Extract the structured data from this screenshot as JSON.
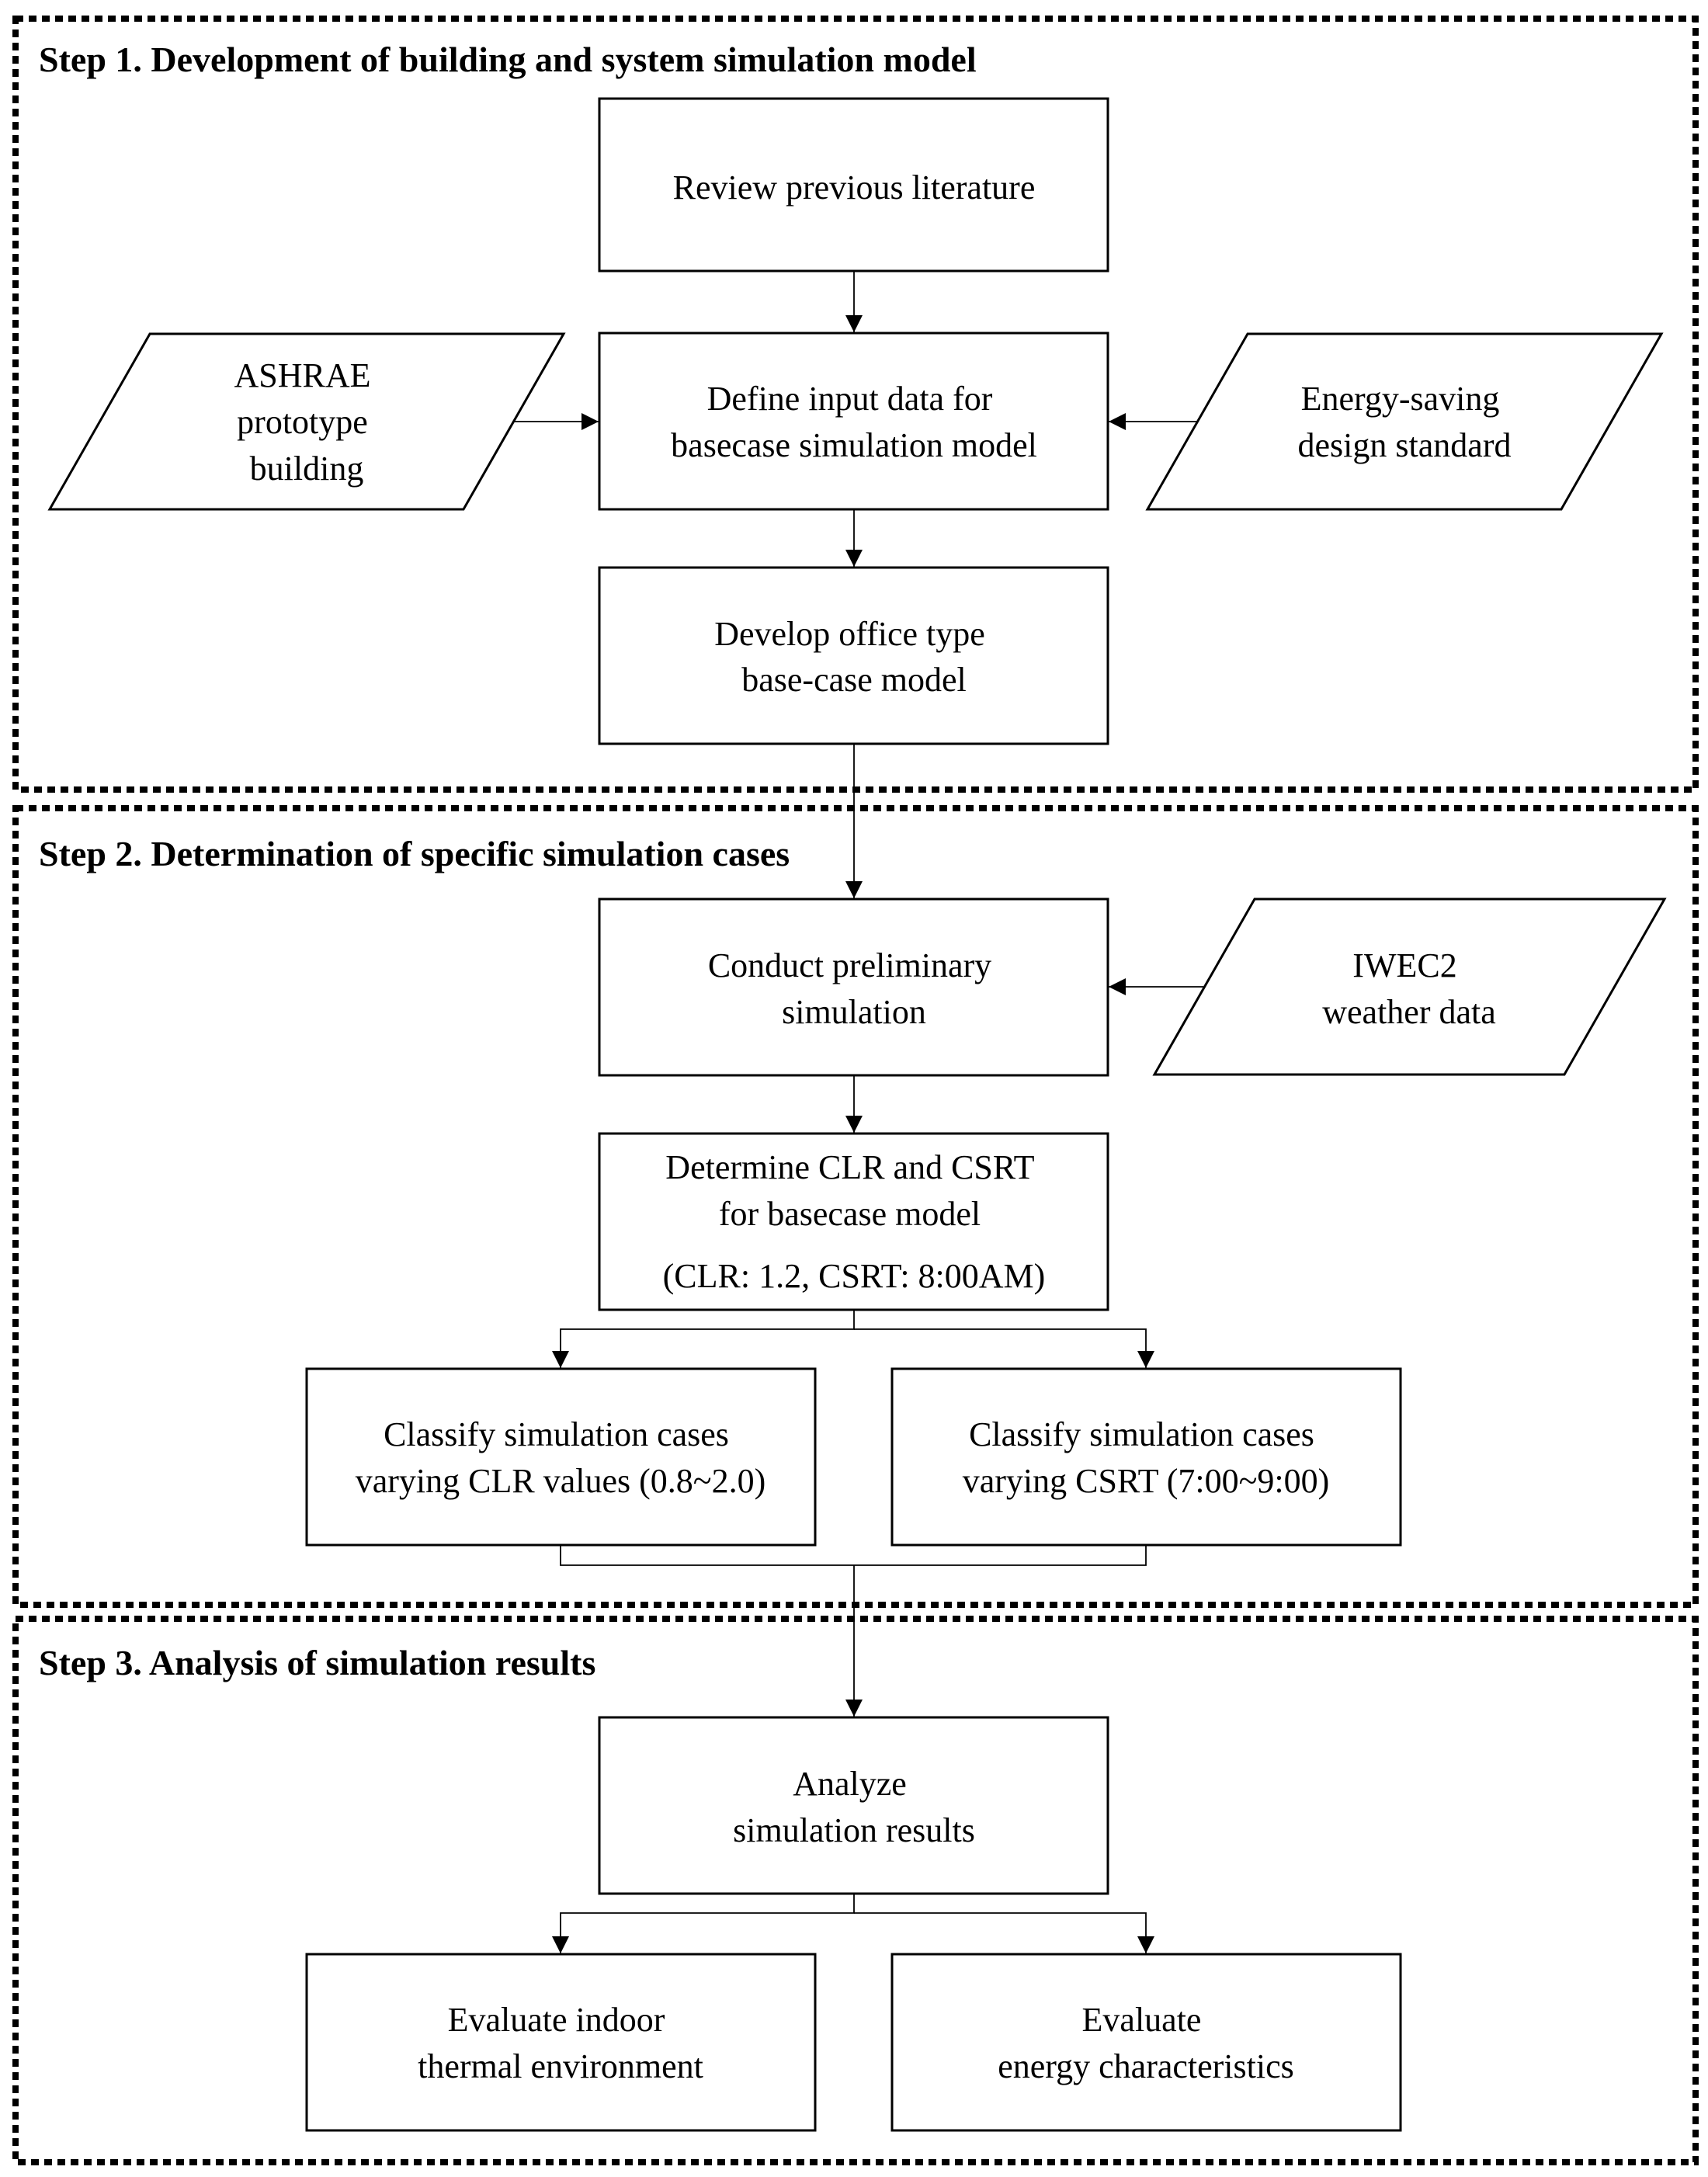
{
  "steps": [
    {
      "title": "Step 1. Development of building and system simulation model"
    },
    {
      "title": "Step 2. Determination of  specific simulation cases"
    },
    {
      "title": "Step 3. Analysis of simulation results"
    }
  ],
  "nodes": {
    "review_literature": {
      "lines": [
        "Review previous literature"
      ]
    },
    "define_input": {
      "lines": [
        "Define input data  for",
        "basecase simulation model"
      ]
    },
    "ashrae_prototype": {
      "lines": [
        "ASHRAE",
        "prototype",
        "building"
      ]
    },
    "energy_saving_standard": {
      "lines": [
        "Energy-saving",
        "design standard"
      ]
    },
    "develop_basecase": {
      "lines": [
        "Develop office type",
        "base-case model"
      ]
    },
    "conduct_preliminary": {
      "lines": [
        "Conduct preliminary",
        "simulation"
      ]
    },
    "iwec2_weather": {
      "lines": [
        "IWEC2",
        "weather data"
      ]
    },
    "determine_clr_csrt": {
      "lines": [
        "Determine CLR and CSRT",
        "for basecase model",
        "(CLR: 1.2, CSRT: 8:00AM)"
      ]
    },
    "classify_clr": {
      "lines": [
        "Classify  simulation cases",
        "varying CLR values (0.8~2.0)"
      ]
    },
    "classify_csrt": {
      "lines": [
        "Classify  simulation cases",
        "varying  CSRT (7:00~9:00)"
      ]
    },
    "analyze_results": {
      "lines": [
        "Analyze",
        "simulation results"
      ]
    },
    "evaluate_thermal": {
      "lines": [
        "Evaluate indoor",
        "thermal environment"
      ]
    },
    "evaluate_energy": {
      "lines": [
        "Evaluate",
        "energy  characteristics"
      ]
    }
  }
}
